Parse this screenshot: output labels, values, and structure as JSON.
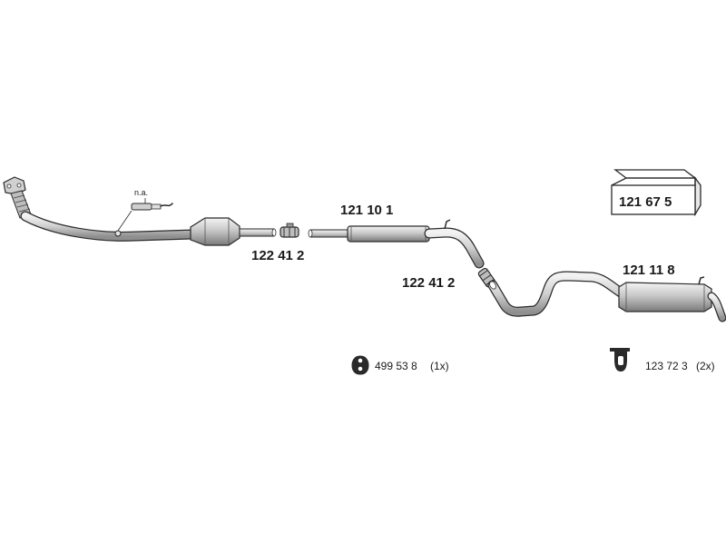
{
  "labels": {
    "note_na": "n.a.",
    "part_front_middle": "121 10 1",
    "part_clamp_a": "122 41 2",
    "part_clamp_b": "122 41 2",
    "part_rear_silencer": "121 11 8",
    "part_kit_box": "121 67 5",
    "hanger_a": "499 53 8",
    "hanger_a_qty": "(1x)",
    "hanger_b": "123 72 3",
    "hanger_b_qty": "(2x)"
  },
  "colors": {
    "outline": "#2a2a2a",
    "fill": "#d9d9d9",
    "text": "#1a1a1a"
  },
  "icons": [
    "rubber-mount-icon",
    "hanger-bracket-icon",
    "mounting-kit-box-icon"
  ]
}
